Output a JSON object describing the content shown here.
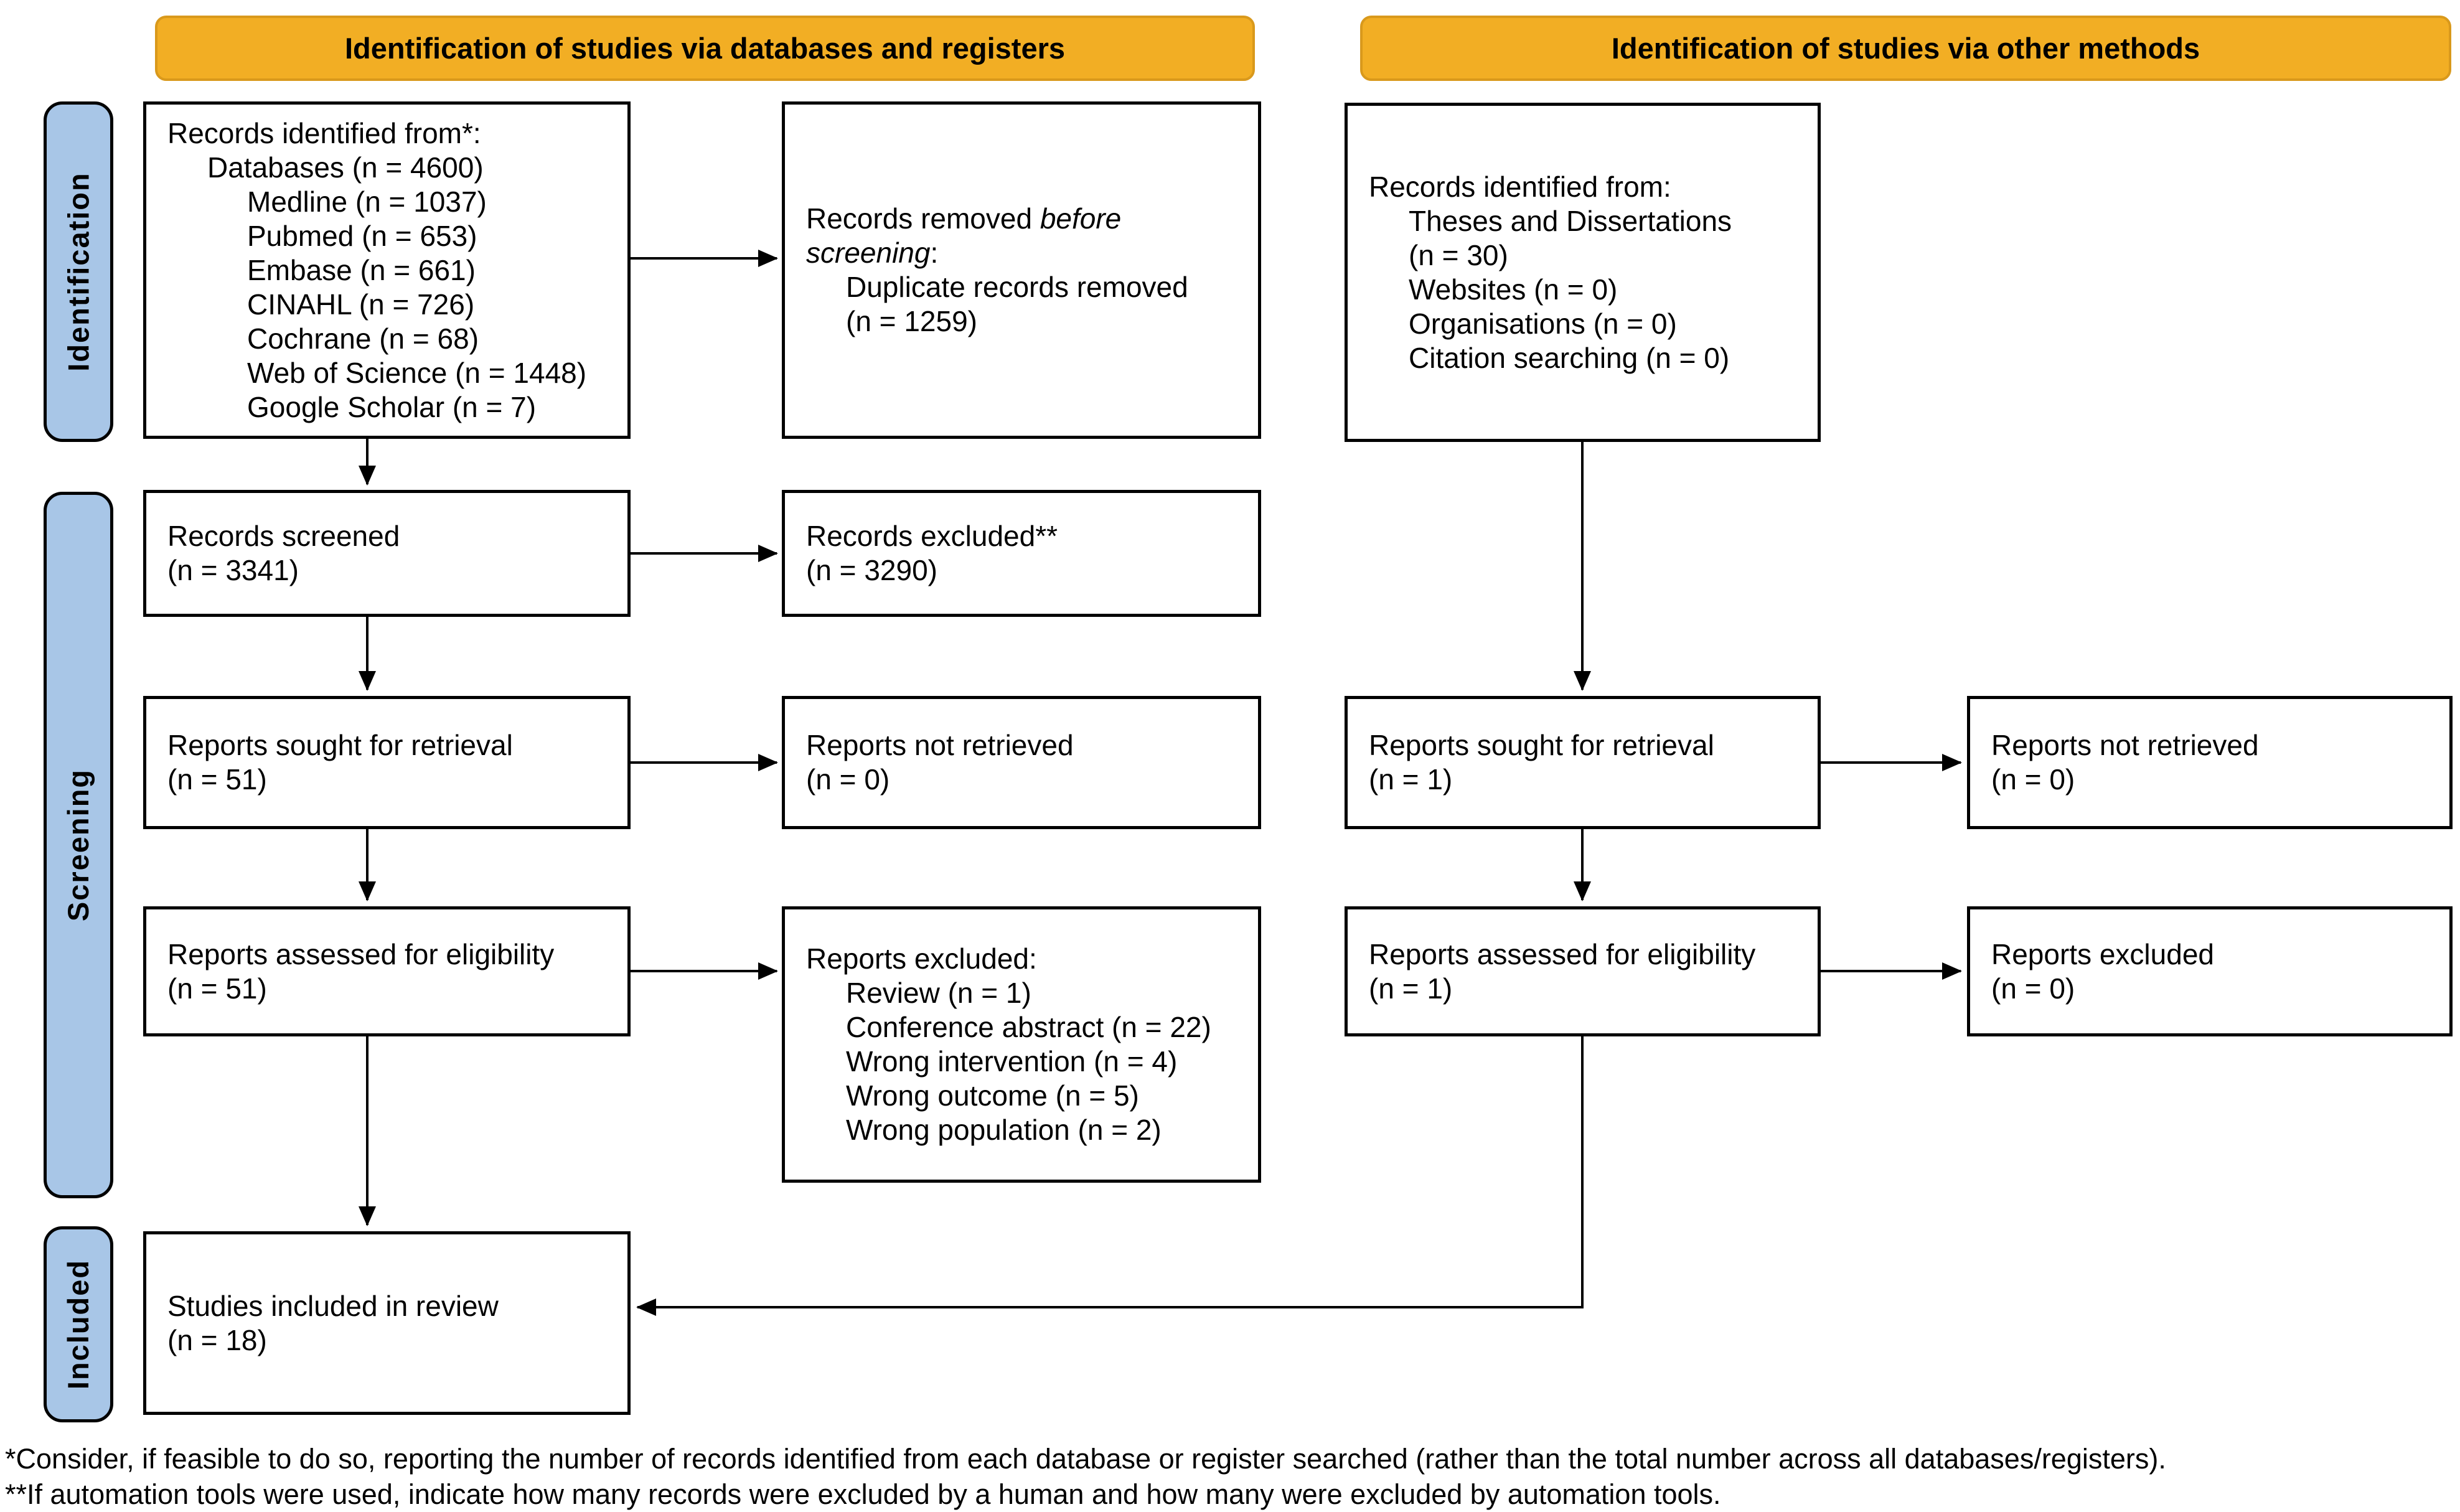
{
  "banners": {
    "databases": "Identification of studies via databases and registers",
    "other_methods": "Identification of studies via other methods"
  },
  "stages": {
    "identification": "Identification",
    "screening": "Screening",
    "included": "Included"
  },
  "boxes": {
    "records_identified_db": {
      "lines": [
        {
          "t": "Records identified from*:",
          "i": 0
        },
        {
          "t": "Databases (n = 4600)",
          "i": 1
        },
        {
          "t": "Medline (n = 1037)",
          "i": 2
        },
        {
          "t": "Pubmed (n = 653)",
          "i": 2
        },
        {
          "t": "Embase (n = 661)",
          "i": 2
        },
        {
          "t": "CINAHL (n = 726)",
          "i": 2
        },
        {
          "t": "Cochrane (n = 68)",
          "i": 2
        },
        {
          "t": "Web of Science (n = 1448)",
          "i": 2
        },
        {
          "t": "Google Scholar (n = 7)",
          "i": 2
        }
      ]
    },
    "records_removed": {
      "prefix": "Records removed ",
      "italic": "before screening",
      "suffix": ":",
      "lines": [
        {
          "t": "Duplicate records removed",
          "i": 1
        },
        {
          "t": "(n = 1259)",
          "i": 1
        }
      ]
    },
    "records_identified_other": {
      "lines": [
        {
          "t": "Records identified from:",
          "i": 0
        },
        {
          "t": "Theses and Dissertations",
          "i": 1
        },
        {
          "t": "(n = 30)",
          "i": 1
        },
        {
          "t": "Websites (n = 0)",
          "i": 1
        },
        {
          "t": "Organisations (n = 0)",
          "i": 1
        },
        {
          "t": "Citation searching (n = 0)",
          "i": 1
        }
      ]
    },
    "records_screened": {
      "lines": [
        {
          "t": "Records screened",
          "i": 0
        },
        {
          "t": "(n = 3341)",
          "i": 0
        }
      ]
    },
    "records_excluded": {
      "lines": [
        {
          "t": "Records excluded**",
          "i": 0
        },
        {
          "t": "(n = 3290)",
          "i": 0
        }
      ]
    },
    "reports_sought_db": {
      "lines": [
        {
          "t": "Reports sought for retrieval",
          "i": 0
        },
        {
          "t": "(n = 51)",
          "i": 0
        }
      ]
    },
    "reports_not_retrieved_db": {
      "lines": [
        {
          "t": "Reports not retrieved",
          "i": 0
        },
        {
          "t": "(n = 0)",
          "i": 0
        }
      ]
    },
    "reports_sought_other": {
      "lines": [
        {
          "t": "Reports sought for retrieval",
          "i": 0
        },
        {
          "t": "(n = 1)",
          "i": 0
        }
      ]
    },
    "reports_not_retrieved_other": {
      "lines": [
        {
          "t": "Reports not retrieved",
          "i": 0
        },
        {
          "t": "(n = 0)",
          "i": 0
        }
      ]
    },
    "reports_assessed_db": {
      "lines": [
        {
          "t": "Reports assessed for eligibility",
          "i": 0
        },
        {
          "t": "(n = 51)",
          "i": 0
        }
      ]
    },
    "reports_excluded_db": {
      "lines": [
        {
          "t": "Reports excluded:",
          "i": 0
        },
        {
          "t": "Review (n = 1)",
          "i": 1
        },
        {
          "t": "Conference abstract (n = 22)",
          "i": 1
        },
        {
          "t": "Wrong intervention (n = 4)",
          "i": 1
        },
        {
          "t": "Wrong outcome (n = 5)",
          "i": 1
        },
        {
          "t": "Wrong population (n = 2)",
          "i": 1
        }
      ]
    },
    "reports_assessed_other": {
      "lines": [
        {
          "t": "Reports assessed for eligibility",
          "i": 0
        },
        {
          "t": "(n = 1)",
          "i": 0
        }
      ]
    },
    "reports_excluded_other": {
      "lines": [
        {
          "t": "Reports excluded",
          "i": 0
        },
        {
          "t": "(n = 0)",
          "i": 0
        }
      ]
    },
    "studies_included": {
      "lines": [
        {
          "t": "Studies included in review",
          "i": 0
        },
        {
          "t": "(n = 18)",
          "i": 0
        }
      ]
    }
  },
  "footnotes": [
    "*Consider, if feasible to do so, reporting the number of records identified from each database or register searched (rather than the total number across all databases/registers).",
    "**If automation tools were used, indicate how many records were excluded by a human and how many were excluded by automation tools."
  ],
  "colors": {
    "banner_fill": "#F2AE24",
    "banner_border": "#D9991C",
    "stage_fill": "#A8C6E7",
    "stage_border": "#000000",
    "box_border": "#000000",
    "arrow": "#000000",
    "background": "#FFFFFF"
  }
}
